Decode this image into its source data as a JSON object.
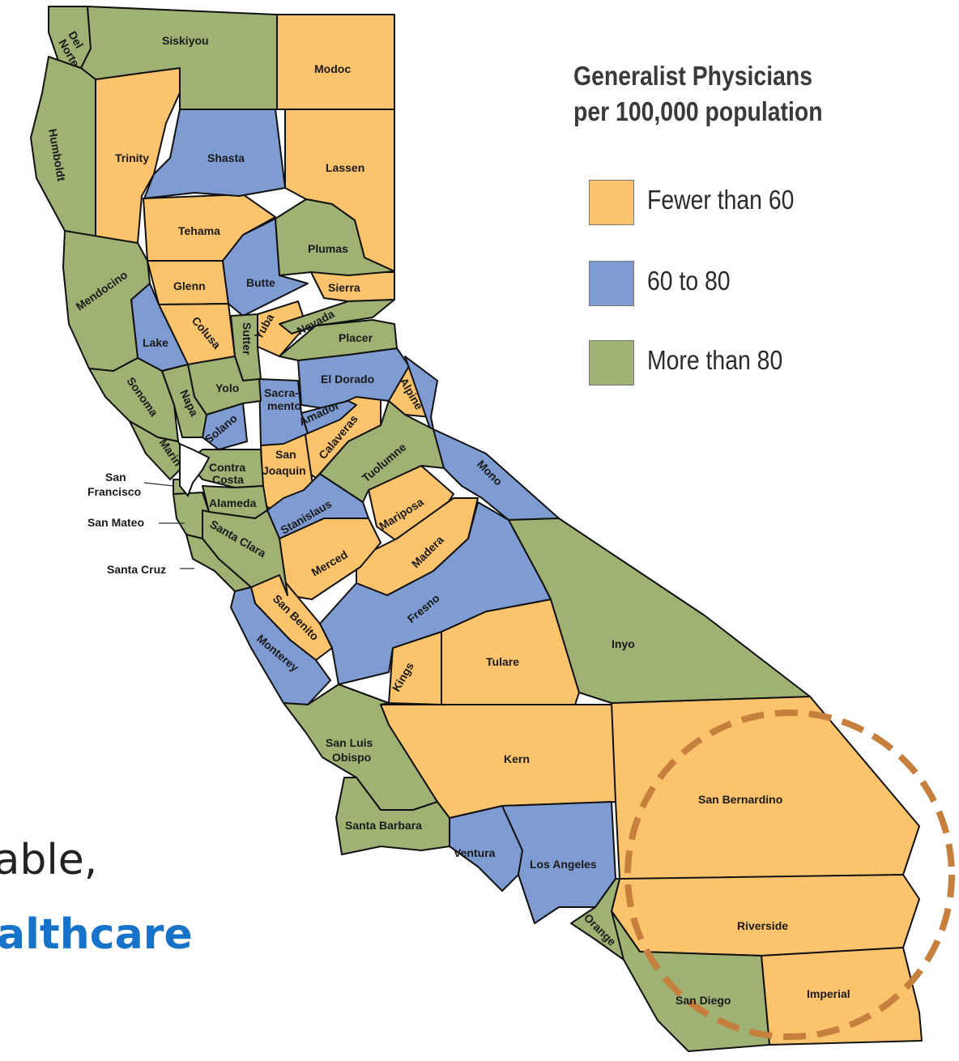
{
  "legend": {
    "title_line1": "Generalist Physicians",
    "title_line2": "per 100,000 population",
    "items": [
      {
        "label": "Fewer than 60",
        "color": "#fbc36b"
      },
      {
        "label": "60 to 80",
        "color": "#7e9bd2"
      },
      {
        "label": "More than 80",
        "color": "#9fb173"
      }
    ]
  },
  "counties": {
    "del_norte": "Del Norte",
    "siskiyou": "Siskiyou",
    "modoc": "Modoc",
    "humboldt": "Humboldt",
    "trinity": "Trinity",
    "shasta": "Shasta",
    "lassen": "Lassen",
    "tehama": "Tehama",
    "plumas": "Plumas",
    "glenn": "Glenn",
    "butte": "Butte",
    "sierra": "Sierra",
    "mendocino": "Mendocino",
    "lake": "Lake",
    "colusa": "Colusa",
    "sutter": "Sutter",
    "yuba": "Yuba",
    "nevada": "Nevada",
    "placer": "Placer",
    "yolo": "Yolo",
    "el_dorado": "El Dorado",
    "sonoma": "Sonoma",
    "napa": "Napa",
    "sacramento_1": "Sacra-",
    "sacramento_2": "mento",
    "alpine": "Alpine",
    "amador": "Amador",
    "solano": "Solano",
    "marin": "Marin",
    "san_joaquin_1": "San",
    "san_joaquin_2": "Joaquin",
    "calaveras": "Calaveras",
    "tuolumne": "Tuolumne",
    "mono": "Mono",
    "contra_costa_1": "Contra",
    "contra_costa_2": "Costa",
    "alameda": "Alameda",
    "stanislaus": "Stanislaus",
    "mariposa": "Mariposa",
    "san_francisco_1": "San",
    "san_francisco_2": "Francisco",
    "san_mateo": "San Mateo",
    "santa_clara": "Santa Clara",
    "merced": "Merced",
    "madera": "Madera",
    "santa_cruz": "Santa Cruz",
    "fresno": "Fresno",
    "inyo": "Inyo",
    "san_benito": "San Benito",
    "monterey": "Monterey",
    "tulare": "Tulare",
    "kings": "Kings",
    "san_luis_obispo_1": "San Luis",
    "san_luis_obispo_2": "Obispo",
    "kern": "Kern",
    "san_bernardino": "San Bernardino",
    "santa_barbara": "Santa Barbara",
    "ventura": "Ventura",
    "los_angeles": "Los Angeles",
    "orange": "Orange",
    "riverside": "Riverside",
    "san_diego": "San Diego",
    "imperial": "Imperial"
  },
  "slide": {
    "line1": "lable,",
    "line2": "althcare"
  }
}
